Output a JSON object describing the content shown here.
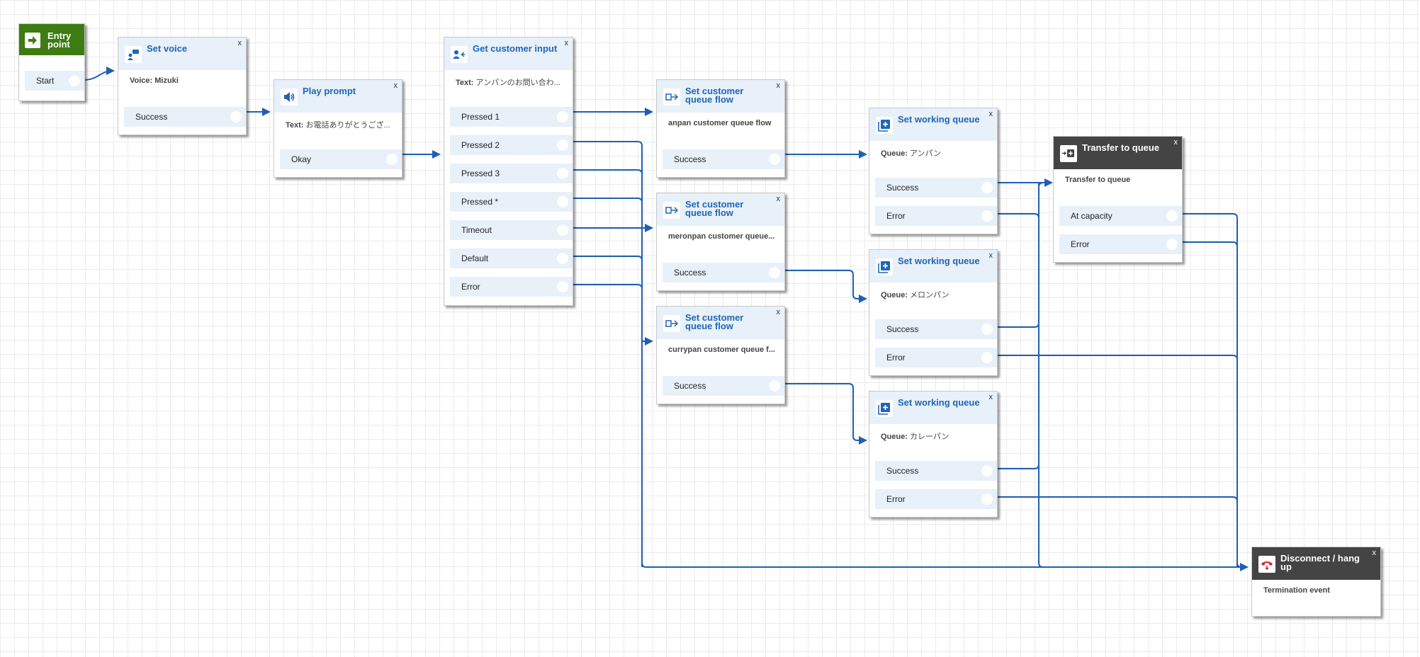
{
  "entry": {
    "title": "Entry point",
    "branch": "Start"
  },
  "set_voice": {
    "title": "Set voice",
    "close": "x",
    "desc_label": "Voice:",
    "desc_value": "Mizuki",
    "branches": [
      "Success"
    ]
  },
  "play_prompt": {
    "title": "Play prompt",
    "close": "x",
    "desc_label": "Text:",
    "desc_value": "お電話ありがとうござ...",
    "branches": [
      "Okay"
    ]
  },
  "get_input": {
    "title": "Get customer input",
    "close": "x",
    "desc_label": "Text:",
    "desc_value": "アンパンのお問い合わ...",
    "branches": [
      "Pressed 1",
      "Pressed 2",
      "Pressed 3",
      "Pressed *",
      "Timeout",
      "Default",
      "Error"
    ]
  },
  "queue_flows": [
    {
      "title": "Set customer queue flow",
      "close": "x",
      "desc": "anpan customer queue flow",
      "branches": [
        "Success"
      ]
    },
    {
      "title": "Set customer queue flow",
      "close": "x",
      "desc": "meronpan customer queue...",
      "branches": [
        "Success"
      ]
    },
    {
      "title": "Set customer queue flow",
      "close": "x",
      "desc": "currypan customer queue f...",
      "branches": [
        "Success"
      ]
    }
  ],
  "working_queues": [
    {
      "title": "Set working queue",
      "close": "x",
      "desc_label": "Queue:",
      "desc_value": "アンパン",
      "branches": [
        "Success",
        "Error"
      ]
    },
    {
      "title": "Set working queue",
      "close": "x",
      "desc_label": "Queue:",
      "desc_value": "メロンパン",
      "branches": [
        "Success",
        "Error"
      ]
    },
    {
      "title": "Set working queue",
      "close": "x",
      "desc_label": "Queue:",
      "desc_value": "カレーパン",
      "branches": [
        "Success",
        "Error"
      ]
    }
  ],
  "transfer": {
    "title": "Transfer to queue",
    "close": "x",
    "desc": "Transfer to queue",
    "branches": [
      "At capacity",
      "Error"
    ]
  },
  "disconnect": {
    "title": "Disconnect / hang up",
    "close": "x",
    "desc": "Termination event"
  },
  "colors": {
    "accent": "#1f66b6",
    "wire": "#1f5fb5",
    "entry": "#3c7c12",
    "dark_header": "#444444",
    "branch_bg": "#e8f0f9"
  },
  "icons": {
    "entry": "arrow-right-icon",
    "set_voice": "voice-icon",
    "play_prompt": "speaker-icon",
    "get_input": "customer-input-icon",
    "queue_flow": "queue-flow-icon",
    "working_queue": "add-queue-icon",
    "transfer": "transfer-queue-icon",
    "disconnect": "phone-hangup-icon"
  }
}
